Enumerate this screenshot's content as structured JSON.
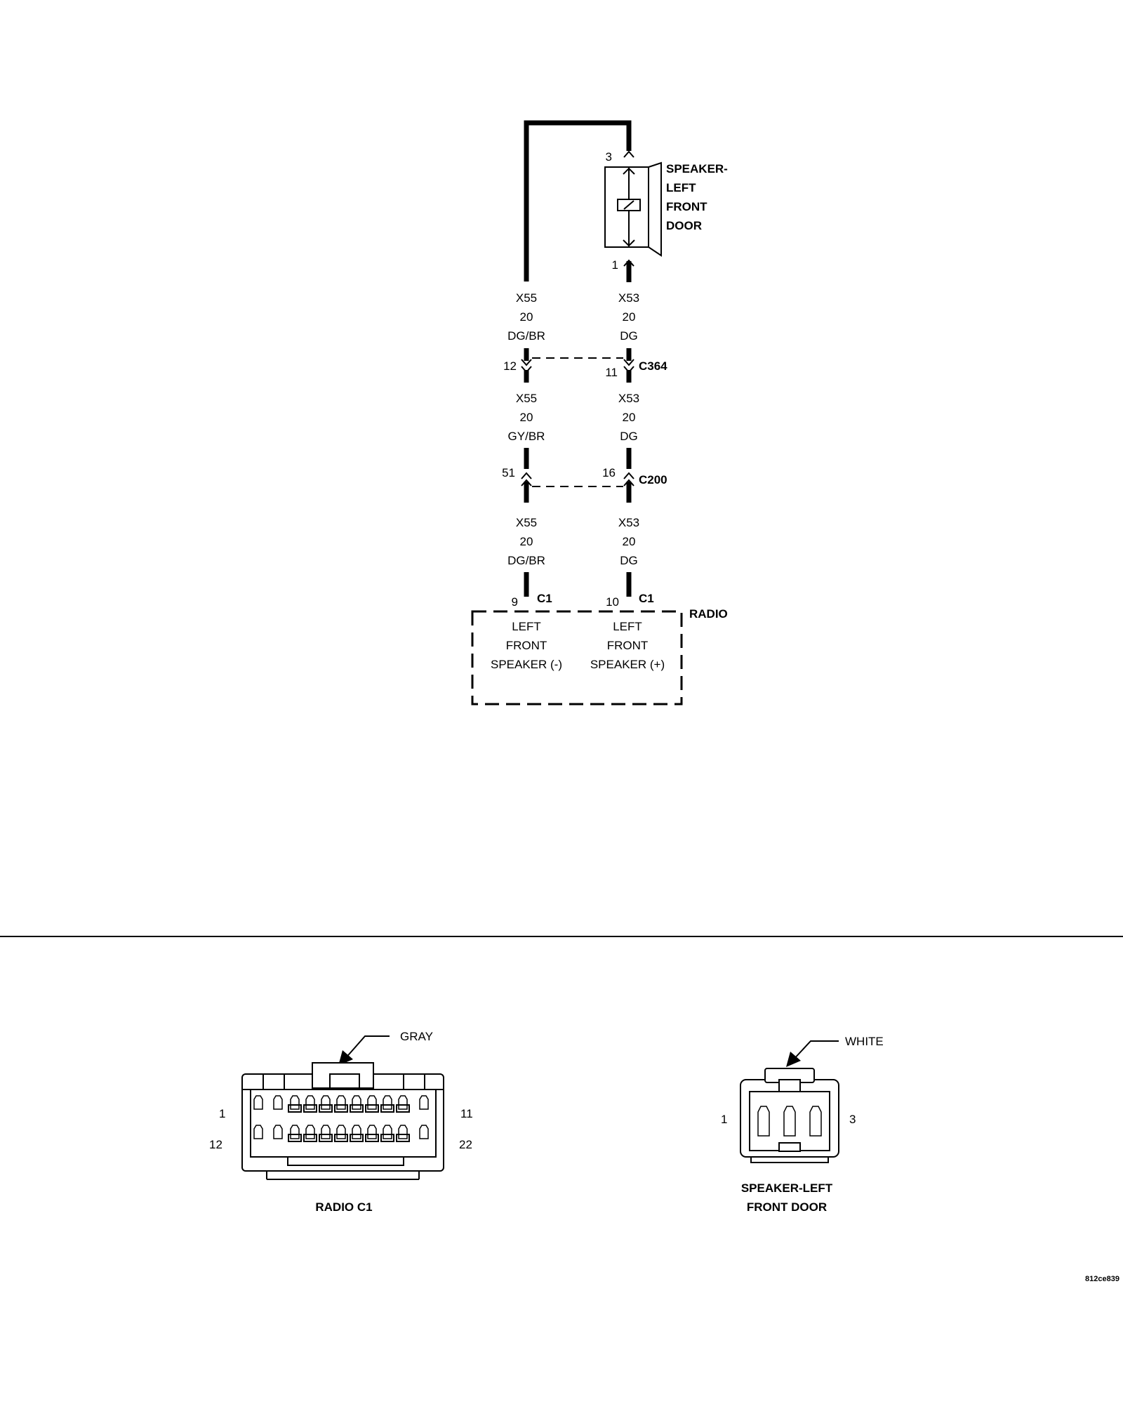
{
  "speaker": {
    "name_lines": [
      "SPEAKER-",
      "LEFT",
      "FRONT",
      "DOOR"
    ],
    "pin_top": "3",
    "pin_bottom": "1"
  },
  "segments": [
    {
      "left": {
        "circuit": "X55",
        "gauge": "20",
        "color": "DG/BR"
      },
      "right": {
        "circuit": "X53",
        "gauge": "20",
        "color": "DG"
      }
    },
    {
      "left": {
        "circuit": "X55",
        "gauge": "20",
        "color": "GY/BR"
      },
      "right": {
        "circuit": "X53",
        "gauge": "20",
        "color": "DG"
      }
    },
    {
      "left": {
        "circuit": "X55",
        "gauge": "20",
        "color": "DG/BR"
      },
      "right": {
        "circuit": "X53",
        "gauge": "20",
        "color": "DG"
      }
    }
  ],
  "connectors": {
    "c364": {
      "name": "C364",
      "left_pin": "12",
      "right_pin": "11"
    },
    "c200": {
      "name": "C200",
      "left_pin": "51",
      "right_pin": "16"
    }
  },
  "radio": {
    "name": "RADIO",
    "left_pin": "9",
    "right_pin": "10",
    "connector": "C1",
    "left_function": [
      "LEFT",
      "FRONT",
      "SPEAKER (-)"
    ],
    "right_function": [
      "LEFT",
      "FRONT",
      "SPEAKER (+)"
    ]
  },
  "views": {
    "radio_c1": {
      "title": "RADIO C1",
      "color": "GRAY",
      "pin_top_left": "1",
      "pin_top_right": "11",
      "pin_bottom_left": "12",
      "pin_bottom_right": "22"
    },
    "speaker": {
      "title_lines": [
        "SPEAKER-LEFT",
        "FRONT DOOR"
      ],
      "color": "WHITE",
      "pin_left": "1",
      "pin_right": "3"
    }
  },
  "figure_code": "812ce839"
}
